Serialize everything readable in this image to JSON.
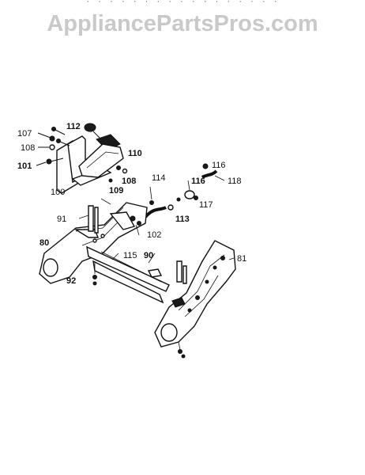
{
  "header": {
    "top_strip": "· · · · · · · · · · · · · · · · ·",
    "watermark": "AppliancePartsPros.com"
  },
  "diagram": {
    "callouts": [
      {
        "id": "107",
        "text": "107"
      },
      {
        "id": "108a",
        "text": "108"
      },
      {
        "id": "101",
        "text": "101"
      },
      {
        "id": "112",
        "text": "112"
      },
      {
        "id": "110",
        "text": "110"
      },
      {
        "id": "108b",
        "text": "108"
      },
      {
        "id": "114",
        "text": "114"
      },
      {
        "id": "109",
        "text": "109"
      },
      {
        "id": "100",
        "text": "100"
      },
      {
        "id": "116a",
        "text": "116"
      },
      {
        "id": "116b",
        "text": "116"
      },
      {
        "id": "118",
        "text": "118"
      },
      {
        "id": "117",
        "text": "117"
      },
      {
        "id": "113",
        "text": "113"
      },
      {
        "id": "91",
        "text": "91"
      },
      {
        "id": "102",
        "text": "102"
      },
      {
        "id": "80",
        "text": "80"
      },
      {
        "id": "115",
        "text": "115"
      },
      {
        "id": "90",
        "text": "90"
      },
      {
        "id": "81",
        "text": "81"
      },
      {
        "id": "92",
        "text": "92"
      }
    ]
  }
}
